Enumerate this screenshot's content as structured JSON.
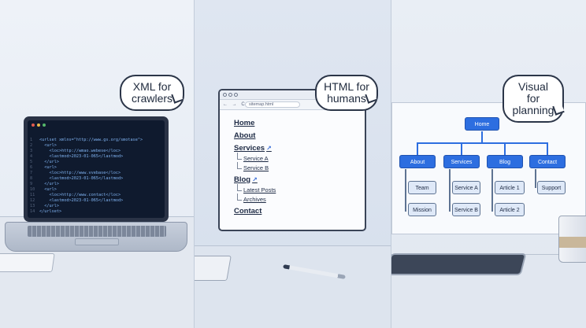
{
  "panel_xml": {
    "bubble": [
      "XML for",
      "crawlers"
    ],
    "code_lines": [
      {
        "n": "1",
        "t": "<urlset xmlns=\"http://www.gs.org/smotase\">"
      },
      {
        "n": "2",
        "t": "  <url>"
      },
      {
        "n": "3",
        "t": "    <loc>http://wmao.webese</loc>"
      },
      {
        "n": "4",
        "t": "    <lastmod>2023-01-065</lastmod>"
      },
      {
        "n": "5",
        "t": "  </url>"
      },
      {
        "n": "6",
        "t": "  <url>"
      },
      {
        "n": "7",
        "t": "    <loc>http://www.vvebase</loc>"
      },
      {
        "n": "8",
        "t": "    <lastmod>2023-01-065</lastmod>"
      },
      {
        "n": "9",
        "t": "  </url>"
      },
      {
        "n": "10",
        "t": "  <url>"
      },
      {
        "n": "11",
        "t": "    <loc>http://www.contact</loc>"
      },
      {
        "n": "12",
        "t": "    <lastmod>2023-01-065</lastmod>"
      },
      {
        "n": "13",
        "t": "  </url>"
      },
      {
        "n": "14",
        "t": "</urlset>"
      }
    ]
  },
  "panel_html": {
    "bubble": [
      "HTML for",
      "humans"
    ],
    "url": "sitemap.html",
    "nav_glyphs": "← → C",
    "sitemap": {
      "home": "Home",
      "about": "About",
      "services": "Services",
      "service_a": "Service A",
      "service_b": "Service B",
      "blog": "Blog",
      "latest_posts": "Latest Posts",
      "archives": "Archives",
      "contact": "Contact"
    },
    "link_arrow_icon": "↗"
  },
  "panel_visual": {
    "bubble": [
      "Visual for",
      "planning"
    ],
    "root": "Home",
    "sections": [
      "About",
      "Services",
      "Blog",
      "Contact"
    ],
    "children": {
      "about": [
        "Team",
        "Mission"
      ],
      "services": [
        "Service A",
        "Service B"
      ],
      "blog": [
        "Article 1",
        "Article 2"
      ],
      "contact": [
        "Support"
      ]
    }
  },
  "colors": {
    "accent": "#2d6ee0",
    "code_bg": "#0f1a2e",
    "ink": "#1f2a3d"
  }
}
